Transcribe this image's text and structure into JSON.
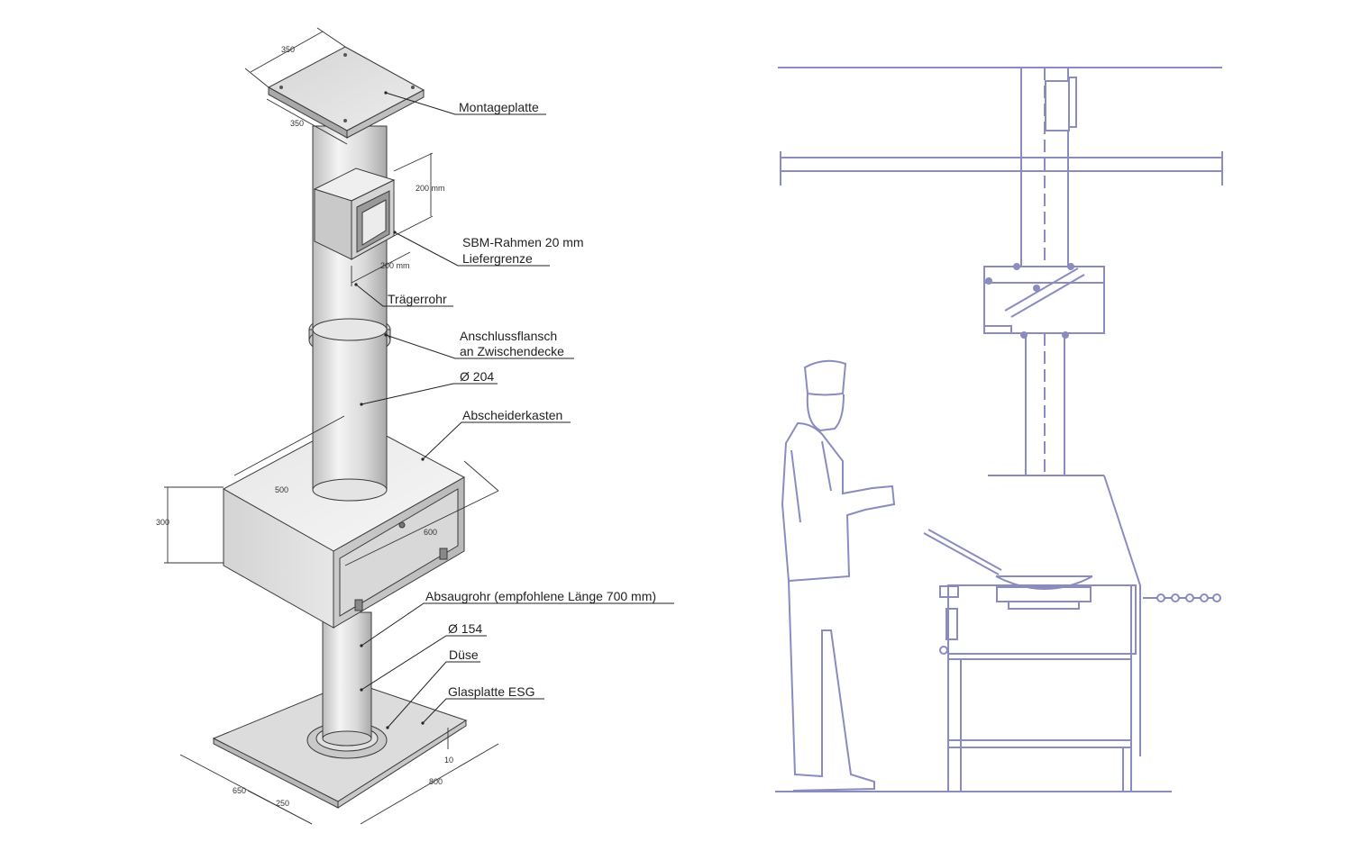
{
  "labels": {
    "montageplatte": "Montageplatte",
    "sbm_rahmen": "SBM-Rahmen 20 mm",
    "liefergrenze": "Liefergrenze",
    "traegerrohr": "Trägerrohr",
    "anschlussflansch_1": "Anschlussflansch",
    "anschlussflansch_2": "an Zwischendecke",
    "diameter_204": "Ø 204",
    "abscheiderkasten": "Abscheiderkasten",
    "absaugrohr": "Absaugrohr (empfohlene Länge 700 mm)",
    "diameter_154": "Ø 154",
    "duese": "Düse",
    "glasplatte": "Glasplatte ESG"
  },
  "dimensions": {
    "plate_width": "350",
    "plate_depth": "350",
    "frame_height": "200 mm",
    "frame_width": "200 mm",
    "box_width": "500",
    "box_depth": "600",
    "box_height": "300",
    "glass_depth": "650",
    "glass_offset": "250",
    "glass_width": "800",
    "glass_thickness": "10"
  },
  "colors": {
    "line_art": "#8a8cc0",
    "steel_light": "#e9e9e9",
    "steel_mid": "#cfcfcf",
    "steel_dark": "#b3b3b3",
    "text": "#222222"
  }
}
